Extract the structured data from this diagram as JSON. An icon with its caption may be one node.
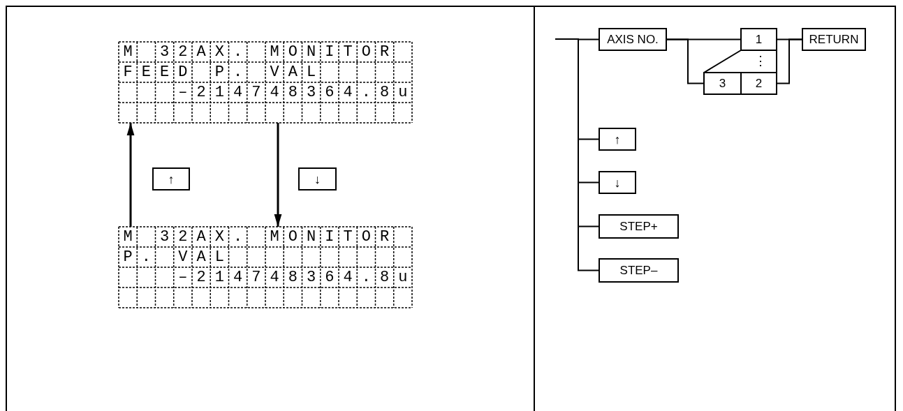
{
  "diagram": {
    "nodes": [
      {
        "text": [
          "M 32AX. MONITOR",
          "FEED P. VAL",
          "–214748364.8u"
        ]
      },
      {
        "text": [
          "M 32AX. MONITOR",
          "P. VAL",
          "–214748364.8u"
        ]
      },
      {
        "text": [
          "↑"
        ]
      },
      {
        "text": [
          "↓"
        ]
      },
      {
        "text": [
          "AXIS NO."
        ]
      },
      {
        "text": [
          "1"
        ]
      },
      {
        "text": [
          "3"
        ]
      },
      {
        "text": [
          "2"
        ]
      },
      {
        "text": [
          "RETURN"
        ]
      },
      {
        "text": [
          "↑"
        ]
      },
      {
        "text": [
          "↓"
        ]
      },
      {
        "text": [
          "STEP+"
        ]
      },
      {
        "text": [
          "STEP–"
        ]
      }
    ],
    "edges": [
      {
        "from": 1,
        "to": 0,
        "arrow": "to"
      },
      {
        "from": 0,
        "to": 1,
        "arrow": "to"
      },
      {
        "from": null,
        "to": 4,
        "arrow": "none"
      },
      {
        "from": null,
        "to": 9,
        "arrow": "none"
      },
      {
        "from": null,
        "to": 10,
        "arrow": "none"
      },
      {
        "from": null,
        "to": 11,
        "arrow": "none"
      },
      {
        "from": null,
        "to": 12,
        "arrow": "none"
      },
      {
        "from": 4,
        "to": 5,
        "arrow": "none"
      },
      {
        "from": 4,
        "to": 6,
        "arrow": "none"
      },
      {
        "from": 5,
        "to": 8,
        "arrow": "none"
      },
      {
        "from": 7,
        "to": 8,
        "arrow": "none"
      }
    ],
    "labels": [
      "⋮"
    ]
  }
}
